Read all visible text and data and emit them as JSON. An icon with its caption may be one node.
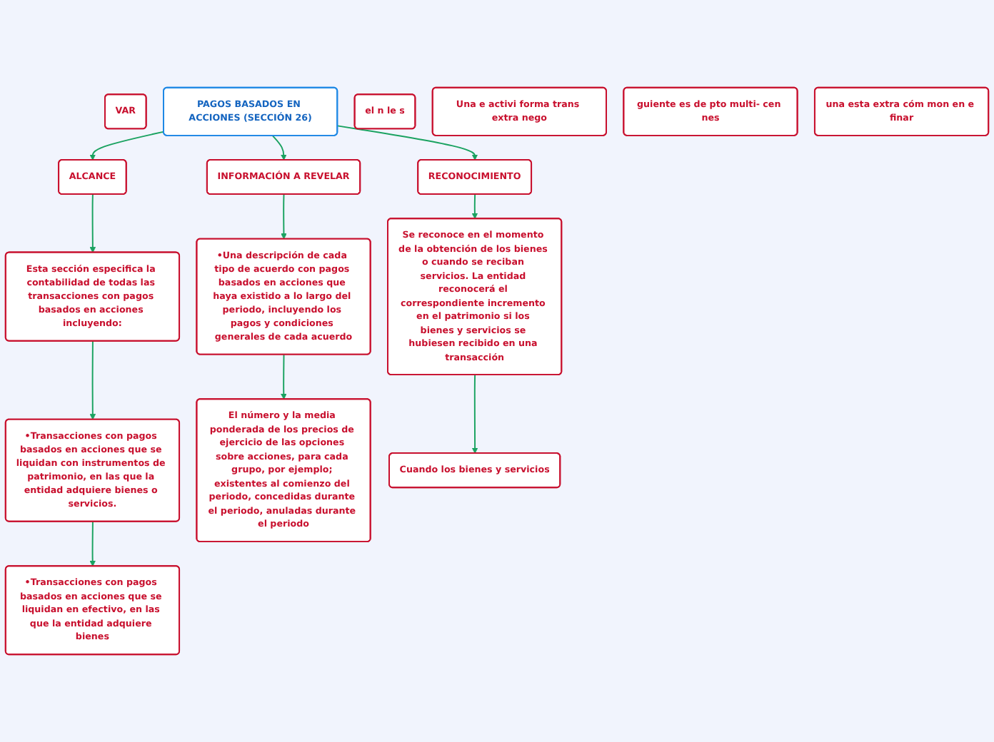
{
  "diagram": {
    "nodes": [
      {
        "text": [
          "VAR"
        ]
      },
      {
        "text": [
          "ALCANCE"
        ]
      },
      {
        "text": [
          "PAGOS BASADOS EN ACCIONES (SECCIÓN 26)"
        ]
      },
      {
        "text": [
          "INFORMACIÓN A REVELAR"
        ]
      },
      {
        "text": [
          "el n le s"
        ]
      },
      {
        "text": [
          "Esta sección especifica la contabilidad de todas las transacciones con pagos basados en acciones incluyendo:"
        ]
      },
      {
        "text": [
          "•Una descripción de cada tipo de acuerdo con pagos basados en acciones que haya existido a lo largo del periodo, incluyendo los pagos y condiciones generales de cada acuerdo"
        ]
      },
      {
        "text": [
          "RECONOCIMIENTO"
        ]
      },
      {
        "text": [
          "Una e activi forma trans extra nego"
        ]
      },
      {
        "text": [
          "•Transacciones con pagos basados en acciones que se liquidan con instrumentos de patrimonio, en las que la entidad adquiere bienes o servicios."
        ]
      },
      {
        "text": [
          "Se reconoce en el momento de la obtención de los bienes o cuando se reciban servicios. La entidad reconocerá el correspondiente incremento en el patrimonio si los bienes y servicios se hubiesen recibido en una transacción"
        ]
      },
      {
        "text": [
          "El número y la media ponderada de los precios de ejercicio de las opciones sobre acciones, para cada grupo, por ejemplo; existentes al comienzo del periodo, concedidas durante el periodo, anuladas durante el periodo"
        ]
      },
      {
        "text": [
          "guiente es de pto multi- cen nes"
        ]
      },
      {
        "text": [
          "una esta extra cóm mon en e finar"
        ]
      },
      {
        "text": [
          "•Transacciones con pagos basados en acciones que se liquidan en efectivo, en las que la entidad adquiere bienes"
        ]
      },
      {
        "text": [
          "Cuando los bienes y servicios"
        ]
      }
    ],
    "edges": [
      {
        "from": 2,
        "to": 1,
        "arrow": "to"
      },
      {
        "from": 2,
        "to": 3,
        "arrow": "to"
      },
      {
        "from": 1,
        "to": 5,
        "arrow": "to"
      },
      {
        "from": 2,
        "to": 7,
        "arrow": "to"
      },
      {
        "from": 3,
        "to": 6,
        "arrow": "to"
      },
      {
        "from": 5,
        "to": 9,
        "arrow": "to"
      },
      {
        "from": 7,
        "to": 10,
        "arrow": "to"
      },
      {
        "from": 6,
        "to": 11,
        "arrow": "to"
      },
      {
        "from": 9,
        "to": 14,
        "arrow": "to"
      },
      {
        "from": 10,
        "to": 15,
        "arrow": "to"
      }
    ]
  }
}
